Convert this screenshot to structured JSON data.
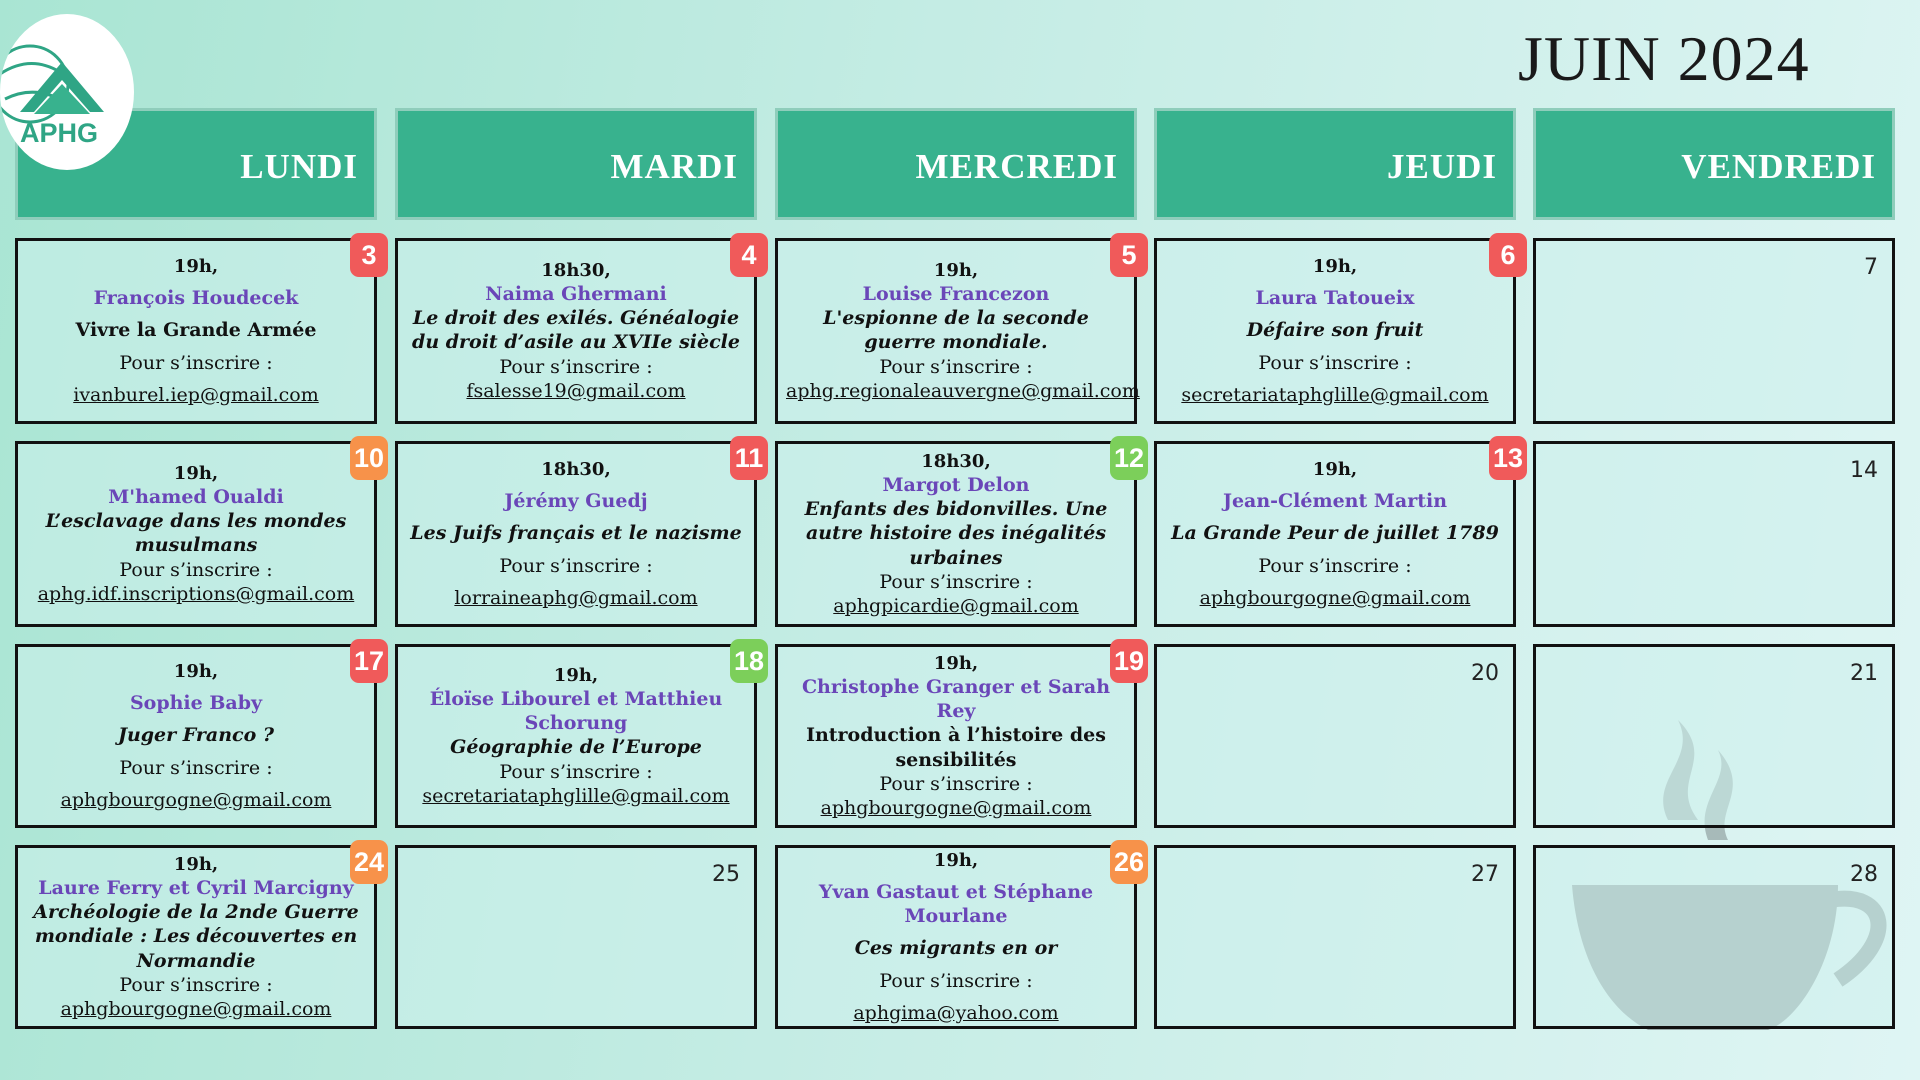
{
  "logo": {
    "text": "APHG"
  },
  "title": "JUIN 2024",
  "weekdays": [
    "LUNDI",
    "MARDI",
    "MERCREDI",
    "JEUDI",
    "VENDREDI"
  ],
  "colors": {
    "red": "#f05a5a",
    "orange": "#f7924a",
    "green": "#7ccf5a",
    "purple": "#6a46b8",
    "header": "#38b28e"
  },
  "weeks": [
    [
      {
        "day": "3",
        "badge": "red",
        "time": "19h,",
        "speaker": "François Houdecek",
        "title": "Vivre la Grande Armée",
        "italic": false,
        "reg": "Pour s’inscrire :",
        "email": "ivanburel.iep@gmail.com",
        "spaced": true
      },
      {
        "day": "4",
        "badge": "red",
        "time": "18h30,",
        "speaker": "Naima Ghermani",
        "title": "Le droit des exilés. Généalogie du  droit d’asile au XVIIe siècle",
        "italic": true,
        "reg": "Pour s’inscrire :",
        "email": "fsalesse19@gmail.com"
      },
      {
        "day": "5",
        "badge": "red",
        "time": "19h,",
        "speaker": "Louise Francezon",
        "title": "L'espionne de la seconde guerre mondiale.",
        "italic": true,
        "reg": "Pour s’inscrire :",
        "email": "aphg.regionaleauvergne@gmail.com"
      },
      {
        "day": "6",
        "badge": "red",
        "time": "19h,",
        "speaker": "Laura Tatoueix",
        "title": "Défaire son fruit",
        "italic": true,
        "reg": "Pour s’inscrire :",
        "email": "secretariataphglille@gmail.com",
        "spaced": true
      },
      {
        "day": "7"
      }
    ],
    [
      {
        "day": "10",
        "badge": "orange",
        "time": "19h,",
        "speaker": "M'hamed Oualdi",
        "title": "L’esclavage dans les mondes musulmans",
        "italic": true,
        "reg": "Pour s’inscrire :",
        "email": "aphg.idf.inscriptions@gmail.com"
      },
      {
        "day": "11",
        "badge": "red",
        "time": "18h30,",
        "speaker": "Jérémy Guedj",
        "title": "Les Juifs français et le nazisme",
        "italic": true,
        "reg": "Pour s’inscrire :",
        "email": "lorraineaphg@gmail.com",
        "spaced": true
      },
      {
        "day": "12",
        "badge": "green",
        "time": "18h30,",
        "speaker": "Margot Delon",
        "title": "Enfants des bidonvilles. Une autre histoire des inégalités urbaines",
        "italic": true,
        "reg": "Pour s’inscrire :",
        "email": "aphgpicardie@gmail.com"
      },
      {
        "day": "13",
        "badge": "red",
        "time": "19h,",
        "speaker": "Jean-Clément Martin",
        "title": "La Grande Peur de juillet 1789",
        "italic": true,
        "reg": "Pour s’inscrire :",
        "email": "aphgbourgogne@gmail.com",
        "spaced": true
      },
      {
        "day": "14"
      }
    ],
    [
      {
        "day": "17",
        "badge": "red",
        "time": "19h,",
        "speaker": "Sophie Baby",
        "title": "Juger Franco ?",
        "italic": true,
        "reg": "Pour s’inscrire :",
        "email": "aphgbourgogne@gmail.com",
        "spaced": true
      },
      {
        "day": "18",
        "badge": "green",
        "time": "19h,",
        "speaker": "Éloïse Libourel et Matthieu Schorung",
        "title": "Géographie de l’Europe",
        "italic": true,
        "reg": "Pour s’inscrire :",
        "email": "secretariataphglille@gmail.com"
      },
      {
        "day": "19",
        "badge": "red",
        "time": "19h,",
        "speaker": "Christophe Granger et Sarah Rey",
        "title": "Introduction à l’histoire des sensibilités",
        "italic": false,
        "reg": "Pour s’inscrire :",
        "email": "aphgbourgogne@gmail.com"
      },
      {
        "day": "20"
      },
      {
        "day": "21"
      }
    ],
    [
      {
        "day": "24",
        "badge": "orange",
        "time": "19h,",
        "speaker": "Laure Ferry et Cyril Marcigny",
        "title": "Archéologie de la 2nde Guerre mondiale : Les découvertes en Normandie",
        "italic": true,
        "reg": "Pour s’inscrire :",
        "email": "aphgbourgogne@gmail.com"
      },
      {
        "day": "25"
      },
      {
        "day": "26",
        "badge": "orange",
        "time": "19h,",
        "speaker": "Yvan Gastaut et Stéphane Mourlane",
        "title": "Ces migrants en or",
        "italic": true,
        "reg": "Pour s’inscrire :",
        "email": "aphgima@yahoo.com",
        "spaced": true
      },
      {
        "day": "27"
      },
      {
        "day": "28"
      }
    ]
  ]
}
